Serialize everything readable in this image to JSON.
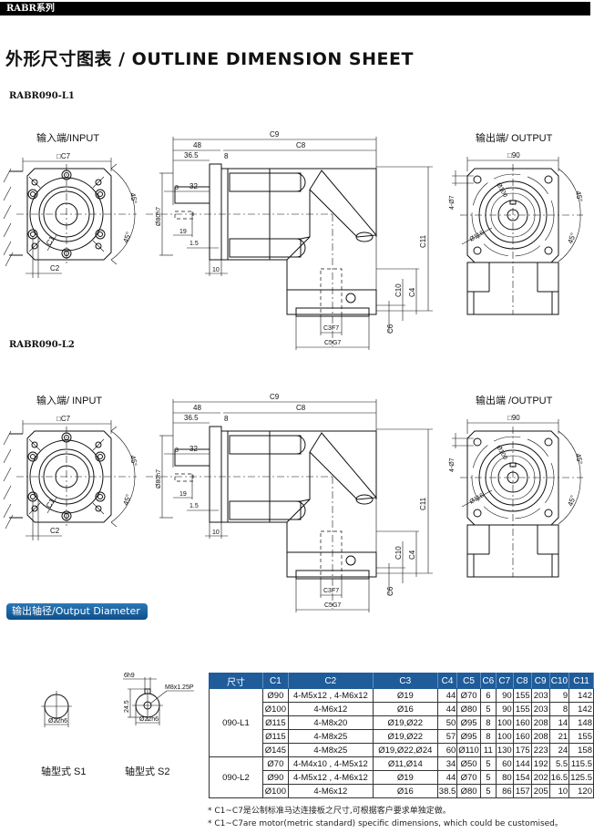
{
  "header": {
    "series": "RABR系列"
  },
  "title": "外形尺寸图表 / OUTLINE DIMENSION SHEET",
  "drawings": [
    {
      "model": "RABR090-L1",
      "input_label": "输入端/INPUT",
      "output_label": "输出端/ OUTPUT",
      "dims": {
        "c9": "C9",
        "l48": "48",
        "c8": "C8",
        "l36": "36.5",
        "l8": "8",
        "c7": "□C7",
        "a45a": "45°",
        "a45b": "45°",
        "c1": "C1",
        "c2": "C2",
        "d80": "Ø80h7",
        "l32": "32",
        "l3": "3",
        "l19": "19",
        "l15": "1.5",
        "l10": "10",
        "c11": "C11",
        "c10": "C10",
        "c4": "C4",
        "c6": "C6",
        "c3": "C3F7",
        "c5": "C5G7",
        "sq90": "□90",
        "h47": "4-Ø7",
        "d100": "Ø100",
        "d116": "Ø116",
        "o45a": "45°",
        "o45b": "45°"
      }
    },
    {
      "model": "RABR090-L2",
      "input_label": "输入端/ INPUT",
      "output_label": "输出端 /OUTPUT",
      "dims": {
        "c9": "C9",
        "l48": "48",
        "c8": "C8",
        "l36": "36.5",
        "l8": "8",
        "c7": "□C7",
        "a45a": "45°",
        "a45b": "45°",
        "c1": "C1",
        "c2": "C2",
        "d80": "Ø80h7",
        "l32": "32",
        "l3": "3",
        "l19": "19",
        "l15": "1.5",
        "l10": "10",
        "c11": "C11",
        "c10": "C10",
        "c4": "C4",
        "c6": "C6",
        "c3": "C3F7",
        "c5": "C5G7",
        "sq90": "□90",
        "h47": "4-Ø7",
        "d100": "Ø100",
        "d116": "Ø116",
        "o45a": "45°",
        "o45b": "45°"
      }
    }
  ],
  "output_diameter": {
    "tab_label": "输出轴径/Output Diameter",
    "s1": {
      "dia": "Ø22h6",
      "caption": "轴型式  S1"
    },
    "s2": {
      "key": "6h9",
      "thread": "M8x1.25P",
      "height": "24.5",
      "dia": "Ø22h6",
      "caption": "轴型式  S2"
    }
  },
  "table": {
    "headers": [
      "尺寸",
      "C1",
      "C2",
      "C3",
      "C4",
      "C5",
      "C6",
      "C7",
      "C8",
      "C9",
      "C10",
      "C11"
    ],
    "groups": [
      {
        "name": "090-L1",
        "rows": [
          [
            "Ø90",
            "4-M5x12 , 4-M6x12",
            "Ø19",
            "44",
            "Ø70",
            "6",
            "90",
            "155",
            "203",
            "9",
            "142"
          ],
          [
            "Ø100",
            "4-M6x12",
            "Ø16",
            "44",
            "Ø80",
            "5",
            "90",
            "155",
            "203",
            "8",
            "142"
          ],
          [
            "Ø115",
            "4-M8x20",
            "Ø19,Ø22",
            "50",
            "Ø95",
            "8",
            "100",
            "160",
            "208",
            "14",
            "148"
          ],
          [
            "Ø115",
            "4-M8x25",
            "Ø19,Ø22",
            "57",
            "Ø95",
            "8",
            "100",
            "160",
            "208",
            "21",
            "155"
          ],
          [
            "Ø145",
            "4-M8x25",
            "Ø19,Ø22,Ø24",
            "60",
            "Ø110",
            "11",
            "130",
            "175",
            "223",
            "24",
            "158"
          ]
        ]
      },
      {
        "name": "090-L2",
        "rows": [
          [
            "Ø70",
            "4-M4x10 , 4-M5x12",
            "Ø11,Ø14",
            "34",
            "Ø50",
            "5",
            "60",
            "144",
            "192",
            "5.5",
            "115.5"
          ],
          [
            "Ø90",
            "4-M5x12 , 4-M6x12",
            "Ø19",
            "44",
            "Ø70",
            "5",
            "80",
            "154",
            "202",
            "16.5",
            "125.5"
          ],
          [
            "Ø100",
            "4-M6x12",
            "Ø16",
            "38.5",
            "Ø80",
            "5",
            "86",
            "157",
            "205",
            "10",
            "120"
          ]
        ]
      }
    ]
  },
  "notes": [
    "* C1~C7是公制标准马达连接板之尺寸,可根据客户要求单独定做。",
    "* C1~C7are motor(metric standard)  specific dimensions, which could be customised。"
  ],
  "colors": {
    "table_header": "#1f5c99",
    "tab": "#1a63a3"
  }
}
